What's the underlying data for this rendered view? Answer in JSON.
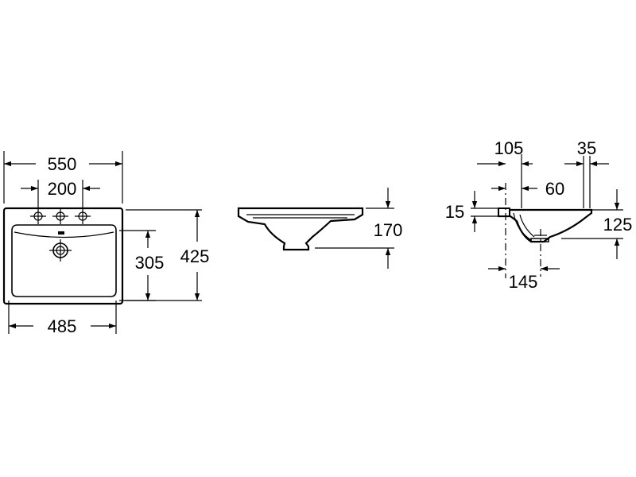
{
  "plan_view": {
    "overall_width": "550",
    "tap_hole_spacing": "200",
    "bowl_depth": "305",
    "overall_depth": "425",
    "bowl_width": "485"
  },
  "front_view": {
    "height": "170"
  },
  "section_view": {
    "tap_hole_offset": "105",
    "rim_width": "35",
    "tap_to_bowl": "60",
    "deck_thickness": "15",
    "bowl_depth": "125",
    "waste_offset": "145"
  }
}
